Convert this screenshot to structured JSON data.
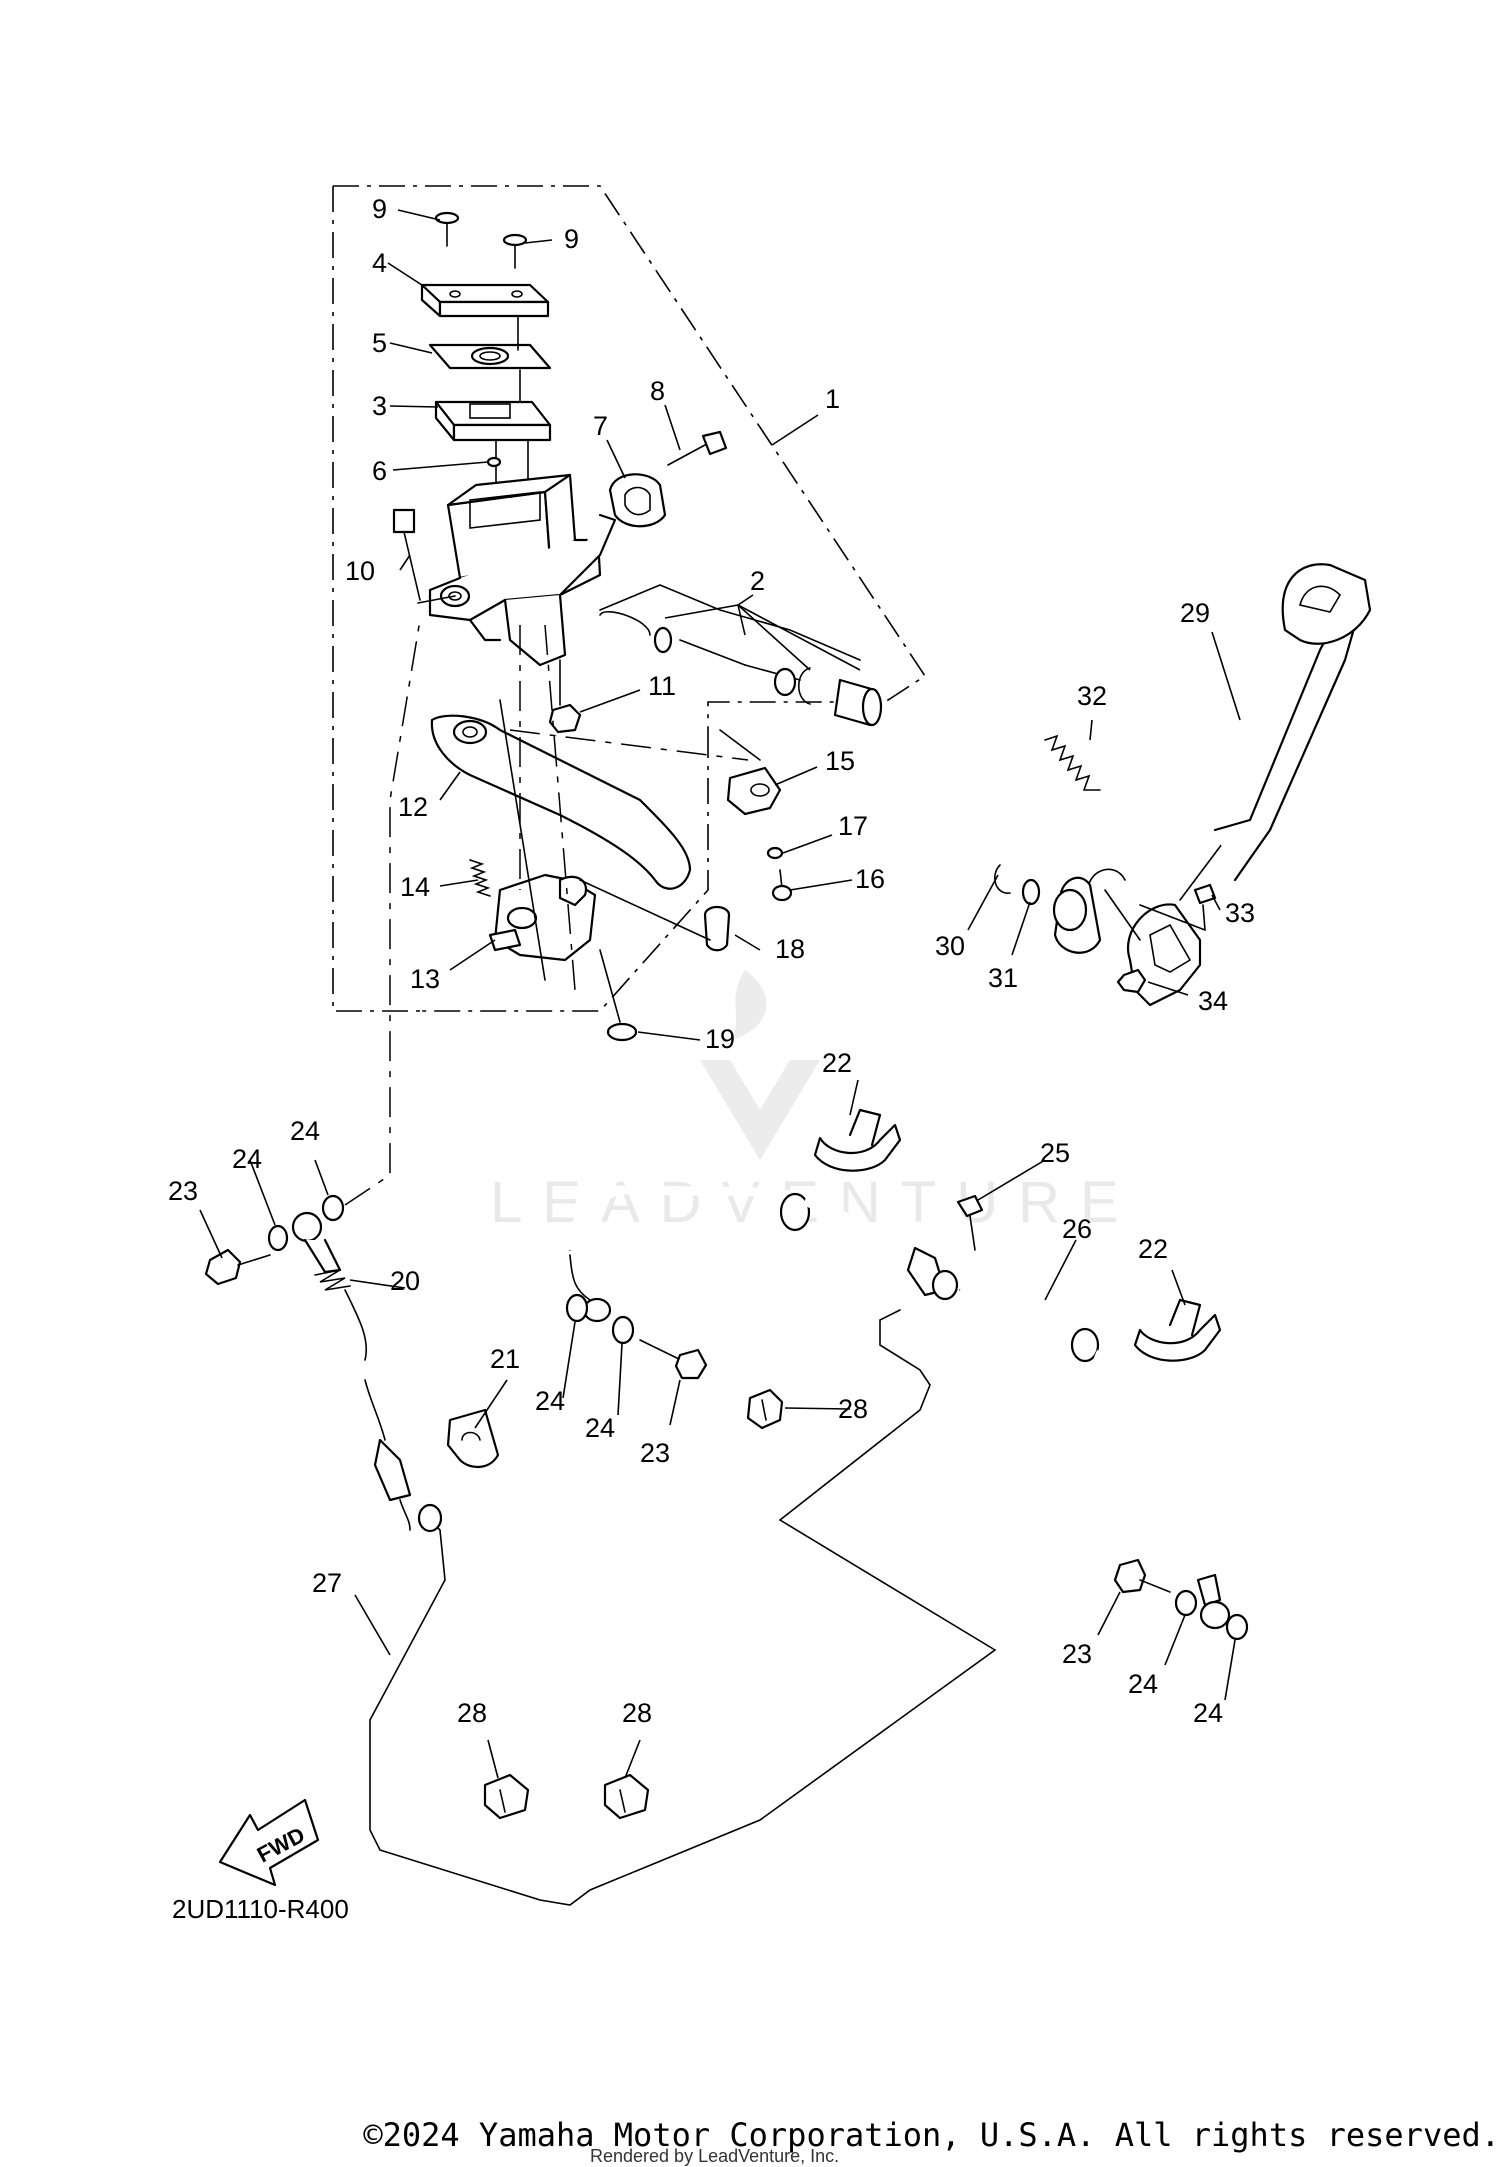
{
  "diagram": {
    "code": "2UD1110-R400",
    "fwd_label": "FWD",
    "watermark": "LEADVENTURE",
    "callouts": [
      {
        "id": "c9a",
        "label": "9"
      },
      {
        "id": "c9b",
        "label": "9"
      },
      {
        "id": "c4",
        "label": "4"
      },
      {
        "id": "c5",
        "label": "5"
      },
      {
        "id": "c3",
        "label": "3"
      },
      {
        "id": "c6",
        "label": "6"
      },
      {
        "id": "c8",
        "label": "8"
      },
      {
        "id": "c7",
        "label": "7"
      },
      {
        "id": "c1",
        "label": "1"
      },
      {
        "id": "c10",
        "label": "10"
      },
      {
        "id": "c2",
        "label": "2"
      },
      {
        "id": "c11",
        "label": "11"
      },
      {
        "id": "c15",
        "label": "15"
      },
      {
        "id": "c12",
        "label": "12"
      },
      {
        "id": "c17",
        "label": "17"
      },
      {
        "id": "c16",
        "label": "16"
      },
      {
        "id": "c14",
        "label": "14"
      },
      {
        "id": "c18",
        "label": "18"
      },
      {
        "id": "c13",
        "label": "13"
      },
      {
        "id": "c19",
        "label": "19"
      },
      {
        "id": "c29",
        "label": "29"
      },
      {
        "id": "c32",
        "label": "32"
      },
      {
        "id": "c33",
        "label": "33"
      },
      {
        "id": "c30",
        "label": "30"
      },
      {
        "id": "c31",
        "label": "31"
      },
      {
        "id": "c34",
        "label": "34"
      },
      {
        "id": "c22a",
        "label": "22"
      },
      {
        "id": "c24a",
        "label": "24"
      },
      {
        "id": "c24b",
        "label": "24"
      },
      {
        "id": "c23a",
        "label": "23"
      },
      {
        "id": "c25",
        "label": "25"
      },
      {
        "id": "c26",
        "label": "26"
      },
      {
        "id": "c22b",
        "label": "22"
      },
      {
        "id": "c20",
        "label": "20"
      },
      {
        "id": "c21",
        "label": "21"
      },
      {
        "id": "c24c",
        "label": "24"
      },
      {
        "id": "c24d",
        "label": "24"
      },
      {
        "id": "c23b",
        "label": "23"
      },
      {
        "id": "c28a",
        "label": "28"
      },
      {
        "id": "c27",
        "label": "27"
      },
      {
        "id": "c23c",
        "label": "23"
      },
      {
        "id": "c24e",
        "label": "24"
      },
      {
        "id": "c24f",
        "label": "24"
      },
      {
        "id": "c28b",
        "label": "28"
      },
      {
        "id": "c28c",
        "label": "28"
      }
    ]
  },
  "footer": {
    "copyright": "©2024 Yamaha Motor Corporation, U.S.A. All rights reserved.",
    "rendered_by": "Rendered by LeadVenture, Inc."
  }
}
